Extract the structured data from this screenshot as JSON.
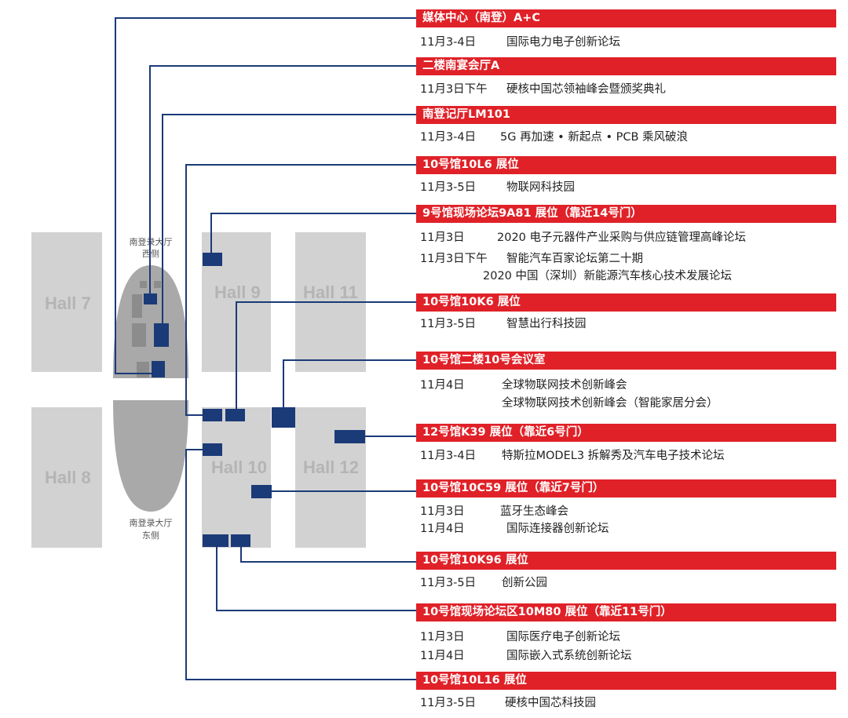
{
  "colors": {
    "accent": "#e02128",
    "connector": "#1b3a78",
    "hall": "#d2d2d2",
    "lobby": "#a8a8a8"
  },
  "halls": {
    "h7": "Hall 7",
    "h8": "Hall 8",
    "h9": "Hall 9",
    "h10": "Hall 10",
    "h11": "Hall 11",
    "h12": "Hall 12"
  },
  "lobby": {
    "west_1": "南登录大厅",
    "west_2": "西侧",
    "east_1": "南登录大厅",
    "east_2": "东侧"
  },
  "venues": [
    {
      "title": "媒体中心（南登）A+C",
      "events": [
        {
          "date": "11月3-4日",
          "name": "国际电力电子创新论坛"
        }
      ]
    },
    {
      "title": "二楼南宴会厅A",
      "events": [
        {
          "date": "11月3日下午",
          "name": "硬核中国芯领袖峰会暨颁奖典礼"
        }
      ]
    },
    {
      "title": "南登记厅LM101",
      "events": [
        {
          "date": "11月3-4日",
          "name": "5G 再加速 • 新起点 • PCB 乘风破浪"
        }
      ]
    },
    {
      "title": "10号馆10L6 展位",
      "events": [
        {
          "date": "11月3-5日",
          "name": "物联网科技园"
        }
      ]
    },
    {
      "title": "9号馆现场论坛9A81 展位（靠近14号门）",
      "events": [
        {
          "date": "11月3日",
          "name": "2020 电子元器件产业采购与供应链管理高峰论坛"
        },
        {
          "date": "11月3日下午",
          "name": "智能汽车百家论坛第二十期"
        },
        {
          "date": "",
          "name": "2020 中国（深圳）新能源汽车核心技术发展论坛"
        }
      ]
    },
    {
      "title": "10号馆10K6 展位",
      "events": [
        {
          "date": "11月3-5日",
          "name": "智慧出行科技园"
        }
      ]
    },
    {
      "title": "10号馆二楼10号会议室",
      "events": [
        {
          "date": "11月4日",
          "name": "全球物联网技术创新峰会"
        },
        {
          "date": "",
          "name": "全球物联网技术创新峰会（智能家居分会）"
        }
      ]
    },
    {
      "title": "12号馆K39 展位（靠近6号门）",
      "events": [
        {
          "date": "11月3-4日",
          "name": "特斯拉MODEL3 拆解秀及汽车电子技术论坛"
        }
      ]
    },
    {
      "title": "10号馆10C59 展位（靠近7号门）",
      "events": [
        {
          "date": "11月3日",
          "name": "蓝牙生态峰会"
        },
        {
          "date": "11月4日",
          "name": "国际连接器创新论坛"
        }
      ]
    },
    {
      "title": "10号馆10K96 展位",
      "events": [
        {
          "date": "11月3-5日",
          "name": "创新公园"
        }
      ]
    },
    {
      "title": "10号馆现场论坛区10M80 展位（靠近11号门）",
      "events": [
        {
          "date": "11月3日",
          "name": "国际医疗电子创新论坛"
        },
        {
          "date": "11月4日",
          "name": "国际嵌入式系统创新论坛"
        }
      ]
    },
    {
      "title": "10号馆10L16 展位",
      "events": [
        {
          "date": "11月3-5日",
          "name": "硬核中国芯科技园"
        }
      ]
    }
  ]
}
